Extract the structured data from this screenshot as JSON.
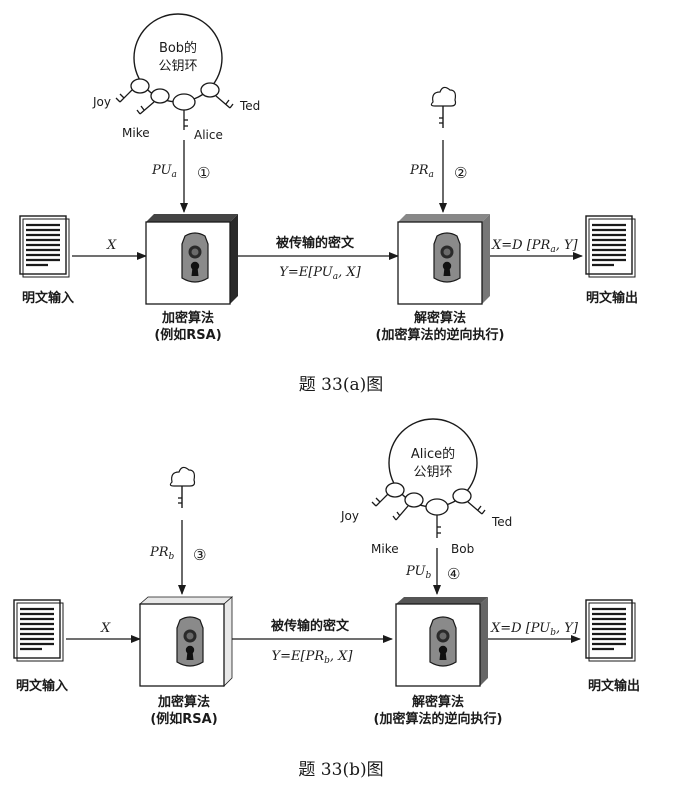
{
  "diagram_a": {
    "caption": "题 33(a)图",
    "ring_label_1": "Bob的",
    "ring_label_2": "公钥环",
    "key_names": [
      "Joy",
      "Mike",
      "Alice",
      "Ted"
    ],
    "key_top_label": "PU",
    "key_top_sub": "a",
    "key_top_circle": "①",
    "key_right_label": "PR",
    "key_right_sub": "a",
    "key_right_circle": "②",
    "input_label": "明文输入",
    "output_label": "明文输出",
    "x_label": "X",
    "transfer_label": "被传输的密文",
    "cipher_formula": "Y=E[PU",
    "cipher_formula_sub": "a",
    "cipher_formula_end": ", X]",
    "out_formula": "X=D [PR",
    "out_formula_sub": "a",
    "out_formula_end": ", Y]",
    "enc_label_1": "加密算法",
    "enc_label_2": "(例如RSA)",
    "dec_label_1": "解密算法",
    "dec_label_2": "(加密算法的逆向执行)"
  },
  "diagram_b": {
    "caption": "题 33(b)图",
    "ring_label_1": "Alice的",
    "ring_label_2": "公钥环",
    "key_names": [
      "Joy",
      "Mike",
      "Bob",
      "Ted"
    ],
    "key_left_label": "PR",
    "key_left_sub": "b",
    "key_left_circle": "③",
    "key_right_label": "PU",
    "key_right_sub": "b",
    "key_right_circle": "④",
    "input_label": "明文输入",
    "output_label": "明文输出",
    "x_label": "X",
    "transfer_label": "被传输的密文",
    "cipher_formula": "Y=E[PR",
    "cipher_formula_sub": "b",
    "cipher_formula_end": ", X]",
    "out_formula": "X=D [PU",
    "out_formula_sub": "b",
    "out_formula_end": ", Y]",
    "enc_label_1": "加密算法",
    "enc_label_2": "(例如RSA)",
    "dec_label_1": "解密算法",
    "dec_label_2": "(加密算法的逆向执行)"
  }
}
